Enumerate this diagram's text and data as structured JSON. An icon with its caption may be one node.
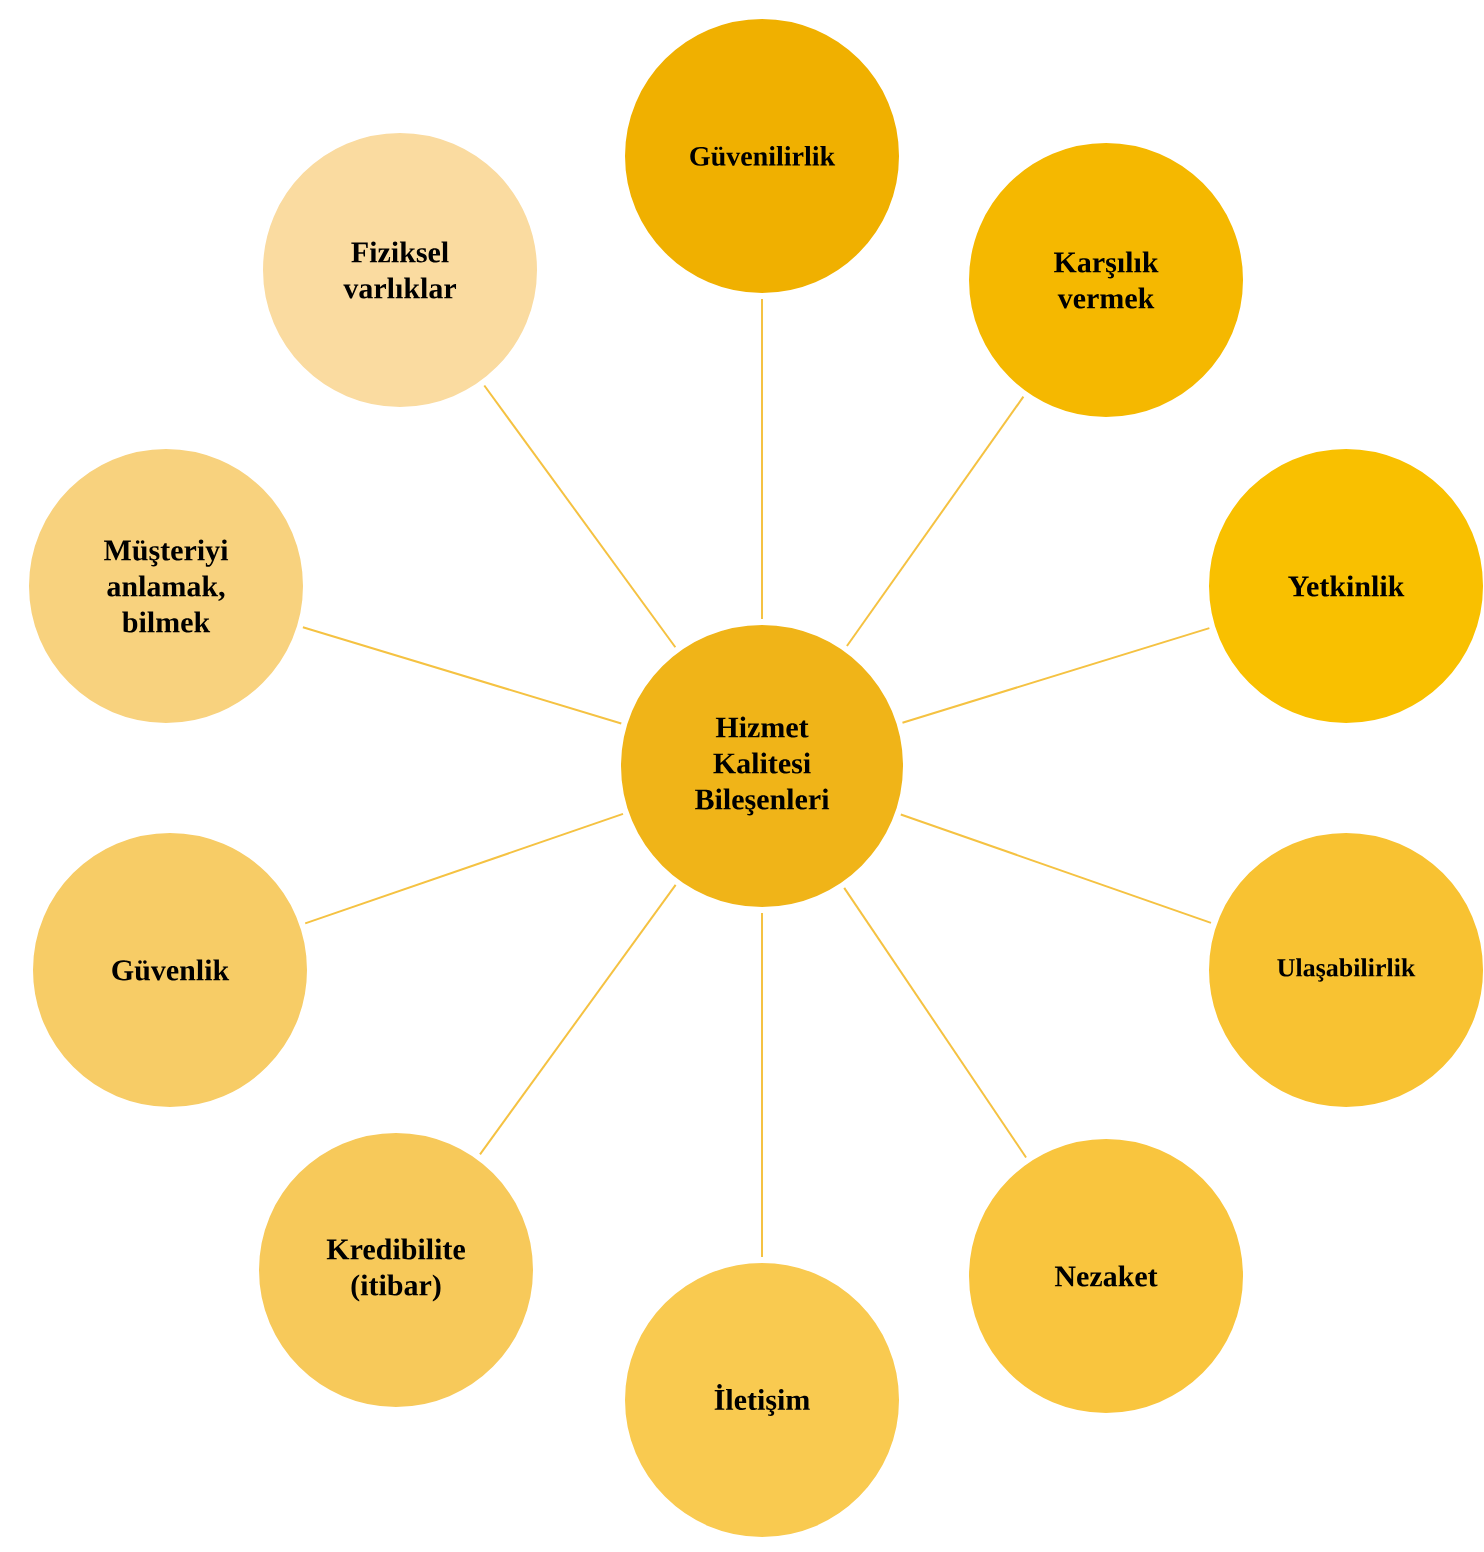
{
  "diagram": {
    "nodes": [
      {
        "text": [
          "Hizmet Kalitesi Bileşenleri"
        ]
      },
      {
        "text": [
          "Güvenilirlik"
        ]
      },
      {
        "text": [
          "Karşılık vermek"
        ]
      },
      {
        "text": [
          "Yetkinlik"
        ]
      },
      {
        "text": [
          "Ulaşabilirlik"
        ]
      },
      {
        "text": [
          "Nezaket"
        ]
      },
      {
        "text": [
          "İletişim"
        ]
      },
      {
        "text": [
          "Kredibilite (itibar)"
        ]
      },
      {
        "text": [
          "Güvenlik"
        ]
      },
      {
        "text": [
          "Müşteriyi anlamak, bilmek"
        ]
      },
      {
        "text": [
          "Fiziksel varlıklar"
        ]
      }
    ],
    "edges": [
      {
        "from": 0,
        "to": 1,
        "arrow": "none"
      },
      {
        "from": 0,
        "to": 2,
        "arrow": "none"
      },
      {
        "from": 0,
        "to": 3,
        "arrow": "none"
      },
      {
        "from": 0,
        "to": 4,
        "arrow": "none"
      },
      {
        "from": 0,
        "to": 5,
        "arrow": "none"
      },
      {
        "from": 0,
        "to": 6,
        "arrow": "none"
      },
      {
        "from": 0,
        "to": 7,
        "arrow": "none"
      },
      {
        "from": 0,
        "to": 8,
        "arrow": "none"
      },
      {
        "from": 0,
        "to": 9,
        "arrow": "none"
      },
      {
        "from": 0,
        "to": 10,
        "arrow": "none"
      }
    ]
  }
}
